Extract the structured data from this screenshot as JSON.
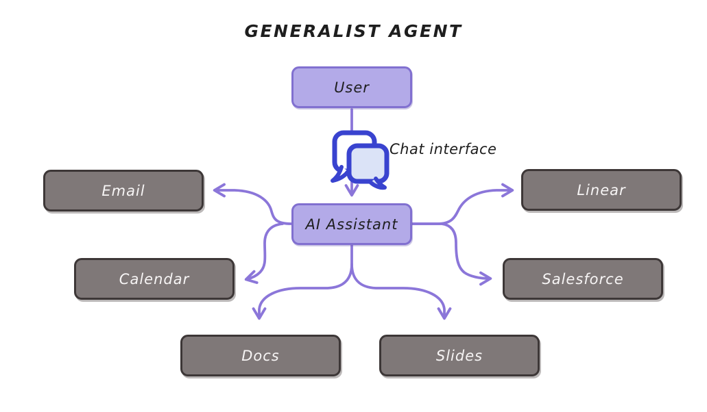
{
  "title": "GENERALIST AGENT",
  "chat_interface_label": "Chat interface",
  "nodes": {
    "user": {
      "label": "User",
      "type": "agent"
    },
    "ai_assistant": {
      "label": "AI Assistant",
      "type": "agent"
    },
    "email": {
      "label": "Email",
      "type": "tool"
    },
    "calendar": {
      "label": "Calendar",
      "type": "tool"
    },
    "linear": {
      "label": "Linear",
      "type": "tool"
    },
    "salesforce": {
      "label": "Salesforce",
      "type": "tool"
    },
    "docs": {
      "label": "Docs",
      "type": "tool"
    },
    "slides": {
      "label": "Slides",
      "type": "tool"
    }
  },
  "edges": [
    {
      "from": "User",
      "to": "AI Assistant",
      "via": "Chat interface"
    },
    {
      "from": "AI Assistant",
      "to": "Email"
    },
    {
      "from": "AI Assistant",
      "to": "Calendar"
    },
    {
      "from": "AI Assistant",
      "to": "Docs"
    },
    {
      "from": "AI Assistant",
      "to": "Slides"
    },
    {
      "from": "AI Assistant",
      "to": "Linear"
    },
    {
      "from": "AI Assistant",
      "to": "Salesforce"
    }
  ],
  "icons": {
    "chat_bubbles_icon": "two overlapping speech bubbles"
  },
  "colors": {
    "background": "#ffffff",
    "agent_box_fill": "#b3aae8",
    "agent_box_border": "#8170d0",
    "tool_box_fill": "#7f7878",
    "tool_box_border": "#3d3737",
    "arrow": "#8b76d9",
    "chat_icon_stroke": "#3943cf",
    "chat_icon_fill": "#dbe3f7",
    "title_text": "#1e1e1e",
    "tool_text": "#f7f5f5"
  }
}
